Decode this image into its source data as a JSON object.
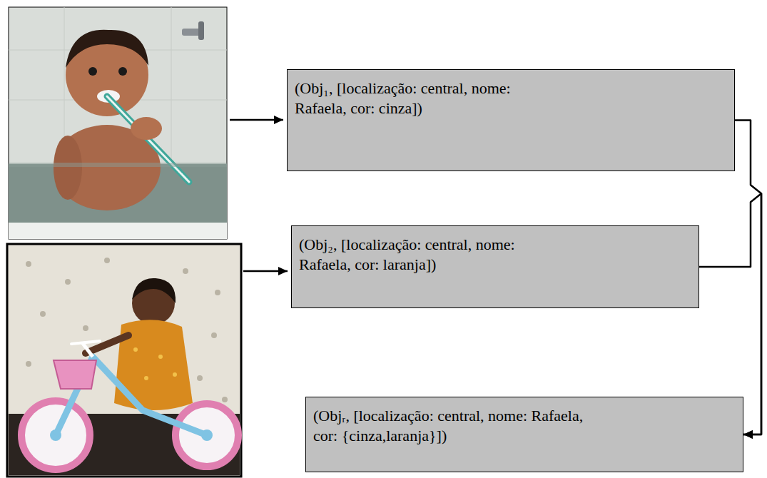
{
  "diagram": {
    "nodes": [
      {
        "text": [
          "(Obj₁, [localização: central, nome: Rafaela, cor: cinza])"
        ]
      },
      {
        "text": [
          "(Obj₂, [localização: central, nome: Rafaela, cor: laranja])"
        ]
      },
      {
        "text": [
          "(Objᵣ, [localização: central, nome: Rafaela, cor: {cinza,laranja}])"
        ]
      }
    ],
    "edges": [
      {
        "from": 0,
        "to": 2,
        "arrow": "to"
      },
      {
        "from": 1,
        "to": 2,
        "arrow": "to"
      }
    ]
  }
}
